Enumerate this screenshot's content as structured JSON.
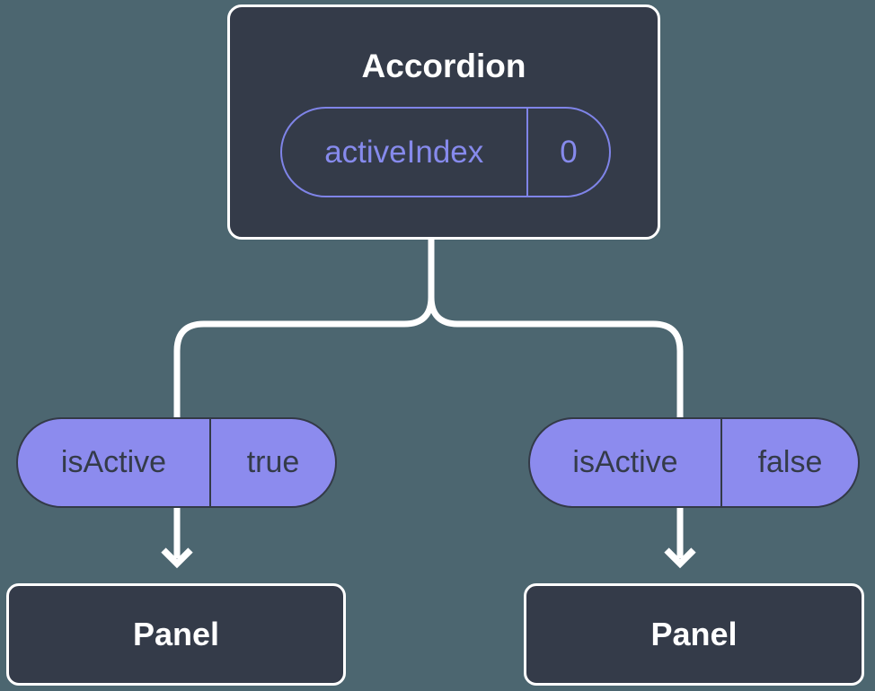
{
  "diagram": {
    "root": {
      "title": "Accordion",
      "prop_name": "activeIndex",
      "prop_value": "0"
    },
    "children": [
      {
        "prop_name": "isActive",
        "prop_value": "true",
        "node_title": "Panel"
      },
      {
        "prop_name": "isActive",
        "prop_value": "false",
        "node_title": "Panel"
      }
    ],
    "icons": {
      "left_arrow": "arrow-down",
      "right_arrow": "arrow-down"
    },
    "colors": {
      "background": "#4c6670",
      "node_fill": "#343b49",
      "node_border": "#ffffff",
      "node_text": "#ffffff",
      "pill_solid_fill": "#8c8bee",
      "pill_solid_border": "#333a47",
      "pill_solid_text": "#343b49",
      "pill_outline_accent": "#7f84e8",
      "pill_outline_text": "#868aec",
      "connector": "#ffffff"
    }
  }
}
